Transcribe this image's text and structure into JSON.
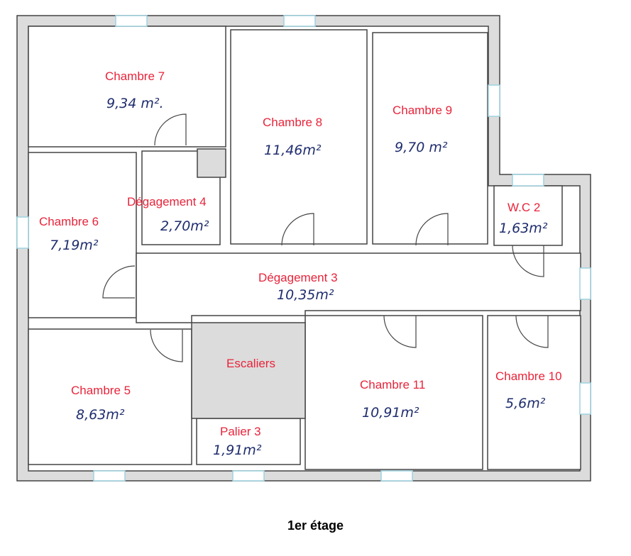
{
  "floor_title": "1er étage",
  "rooms": [
    {
      "name": "Chambre 7",
      "area": "9,34 m².",
      "unit_sup": ""
    },
    {
      "name": "Chambre 8",
      "area": "11,46m²"
    },
    {
      "name": "Chambre 9",
      "area": "9,70 m²"
    },
    {
      "name": "Chambre 6",
      "area": "7,19m²"
    },
    {
      "name": "Dégagement 4",
      "area": "2,70m²"
    },
    {
      "name": "W.C 2",
      "area": "1,63m²"
    },
    {
      "name": "Dégagement 3",
      "area": "10,35m²"
    },
    {
      "name": "Escaliers",
      "area": ""
    },
    {
      "name": "Chambre 5",
      "area": "8,63m²"
    },
    {
      "name": "Chambre 11",
      "area": "10,91m²"
    },
    {
      "name": "Chambre 10",
      "area": "5,6m²"
    },
    {
      "name": "Palier 3",
      "area": "1,91m²"
    }
  ],
  "colors": {
    "wall": "#dcdcdc",
    "wall_stroke": "#444444",
    "room_label": "#e8243a",
    "area_label": "#1f2d6e",
    "window": "#9fd3e0"
  }
}
